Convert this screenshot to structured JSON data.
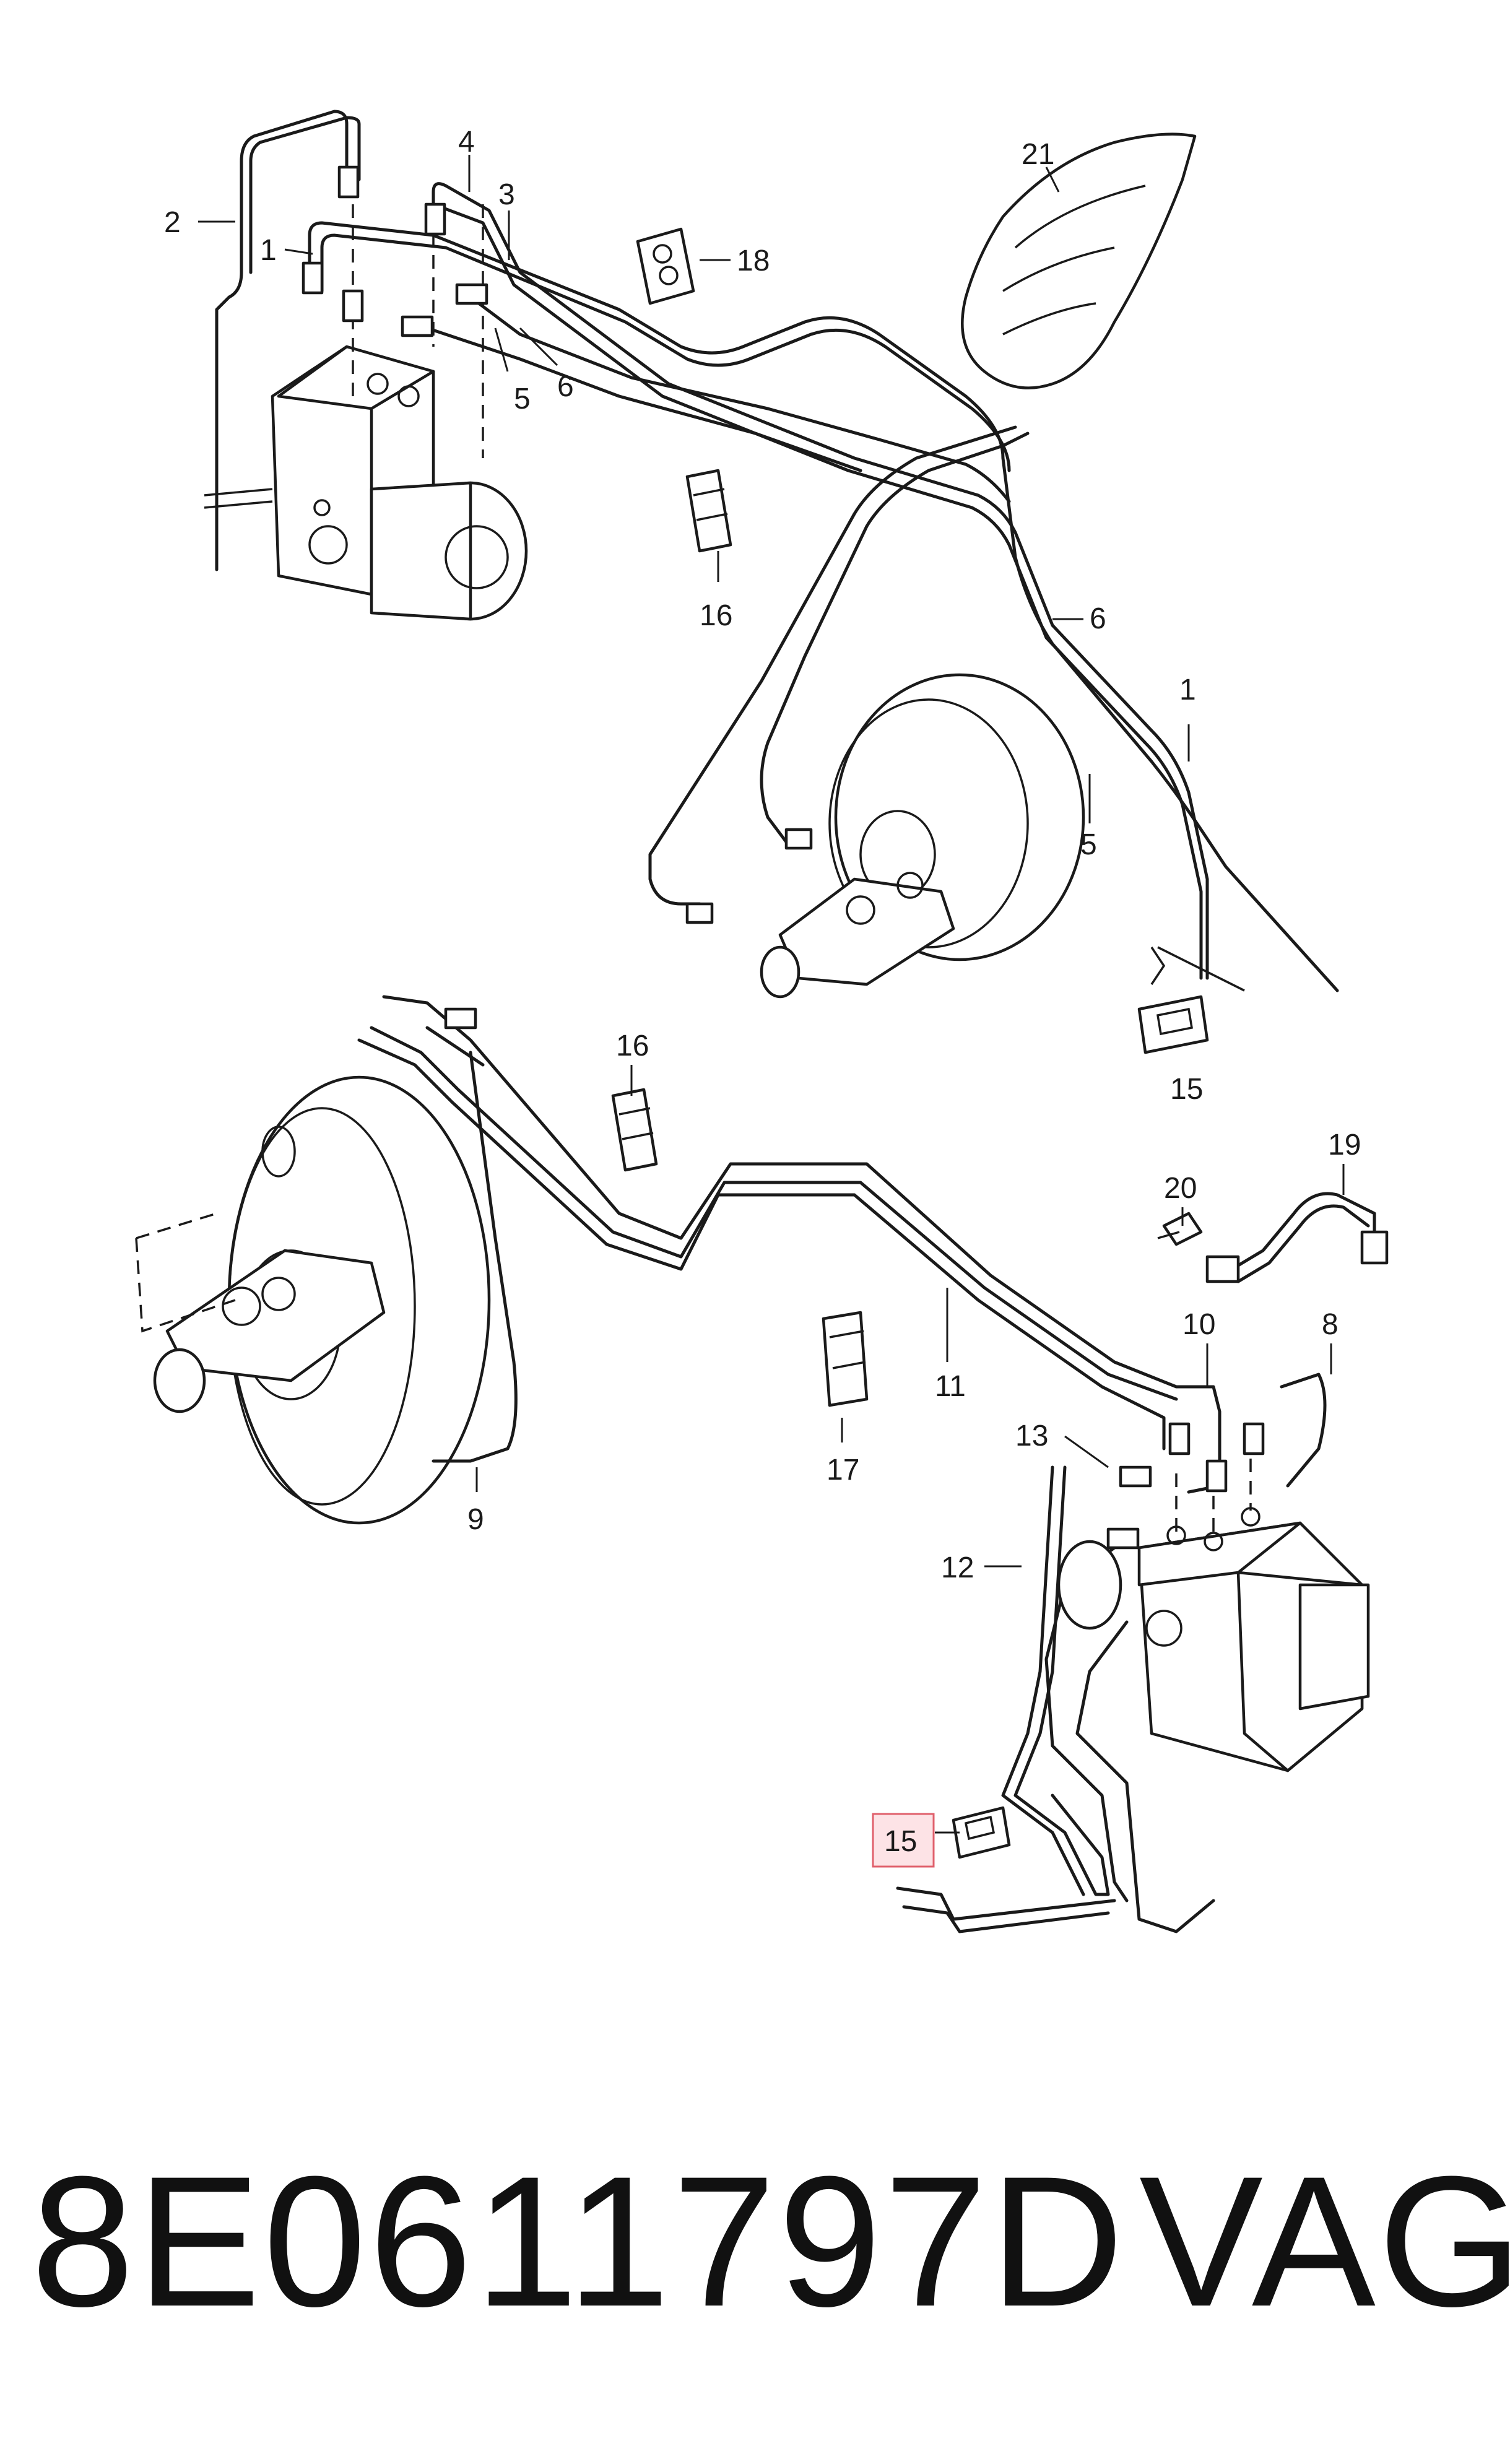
{
  "callouts": {
    "c1_top": "1",
    "c2": "2",
    "c3": "3",
    "c4": "4",
    "c5_top": "5",
    "c6_top": "6",
    "c18": "18",
    "c21": "21",
    "c16_top": "16",
    "c6_mid": "6",
    "c1_mid": "1",
    "c5_mid": "5",
    "c15_mid": "15",
    "c16_low": "16",
    "c19": "19",
    "c20": "20",
    "c10": "10",
    "c8": "8",
    "c11": "11",
    "c17": "17",
    "c13": "13",
    "c9": "9",
    "c12": "12",
    "c15_low": "15"
  },
  "footer": {
    "part_number": "8E0611797D",
    "brand": "VAG"
  },
  "colors": {
    "line": "#1a1a1a",
    "highlight_fill": "#fde3e6",
    "highlight_stroke": "#e0606c"
  }
}
